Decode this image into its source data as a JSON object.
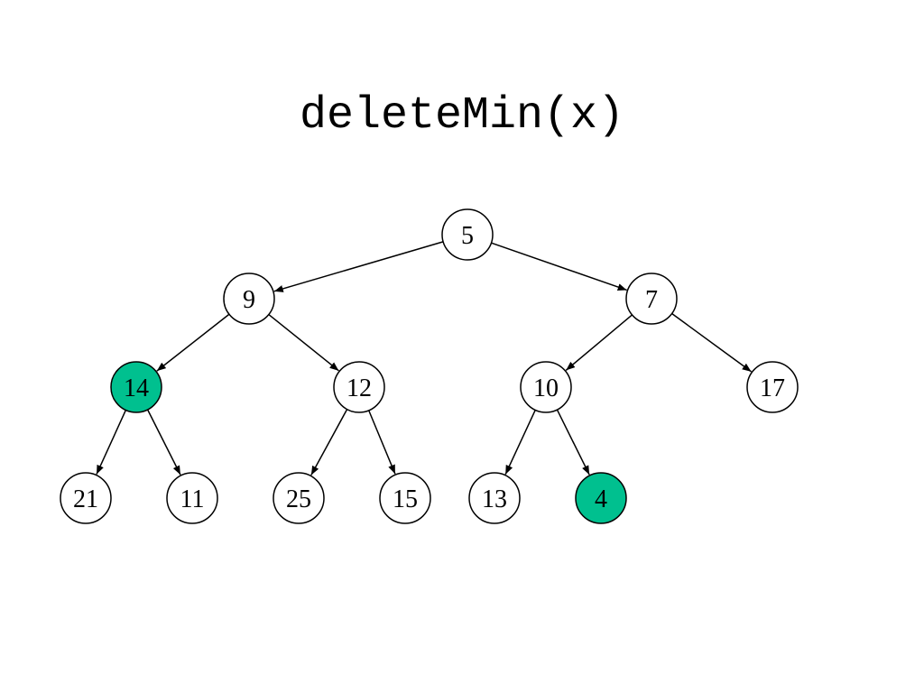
{
  "title": "deleteMin(x)",
  "colors": {
    "highlight": "#00C08F",
    "node_fill": "#ffffff",
    "stroke": "#000000"
  },
  "nodes": [
    {
      "id": "n5",
      "label": "5",
      "highlight": false
    },
    {
      "id": "n9",
      "label": "9",
      "highlight": false
    },
    {
      "id": "n7",
      "label": "7",
      "highlight": false
    },
    {
      "id": "n14",
      "label": "14",
      "highlight": true
    },
    {
      "id": "n12",
      "label": "12",
      "highlight": false
    },
    {
      "id": "n10",
      "label": "10",
      "highlight": false
    },
    {
      "id": "n17",
      "label": "17",
      "highlight": false
    },
    {
      "id": "n21",
      "label": "21",
      "highlight": false
    },
    {
      "id": "n11",
      "label": "11",
      "highlight": false
    },
    {
      "id": "n25",
      "label": "25",
      "highlight": false
    },
    {
      "id": "n15",
      "label": "15",
      "highlight": false
    },
    {
      "id": "n13",
      "label": "13",
      "highlight": false
    },
    {
      "id": "n4",
      "label": "4",
      "highlight": true
    }
  ],
  "edges": [
    {
      "from": "n5",
      "to": "n9"
    },
    {
      "from": "n5",
      "to": "n7"
    },
    {
      "from": "n9",
      "to": "n14"
    },
    {
      "from": "n9",
      "to": "n12"
    },
    {
      "from": "n7",
      "to": "n10"
    },
    {
      "from": "n7",
      "to": "n17"
    },
    {
      "from": "n14",
      "to": "n21"
    },
    {
      "from": "n14",
      "to": "n11"
    },
    {
      "from": "n12",
      "to": "n25"
    },
    {
      "from": "n12",
      "to": "n15"
    },
    {
      "from": "n10",
      "to": "n13"
    },
    {
      "from": "n10",
      "to": "n4"
    }
  ]
}
